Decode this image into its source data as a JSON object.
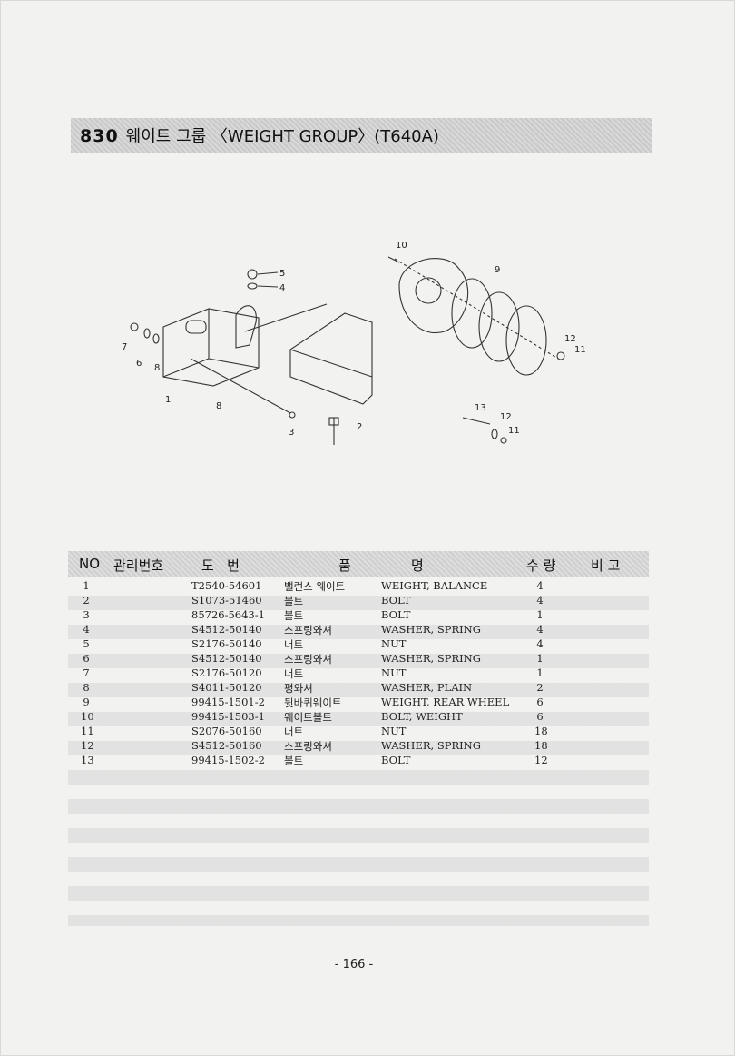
{
  "header": {
    "section_number": "830",
    "title": "웨이트 그룹 〈WEIGHT GROUP〉(T640A)"
  },
  "diagram": {
    "callouts": [
      "1",
      "2",
      "3",
      "4",
      "5",
      "6",
      "7",
      "8",
      "9",
      "10",
      "11",
      "12",
      "13",
      "8",
      "11",
      "12"
    ]
  },
  "table": {
    "headers": {
      "no": "NO",
      "mgmt_no": "관리번호",
      "drawing_no": "도   번",
      "part_name_1": "품",
      "part_name_2": "명",
      "qty": "수 량",
      "remarks": "비 고"
    },
    "rows": [
      {
        "no": "1",
        "part": "T2540-54601",
        "kr": "밸런스 웨이트",
        "en": "WEIGHT, BALANCE",
        "qty": "4"
      },
      {
        "no": "2",
        "part": "S1073-51460",
        "kr": "볼트",
        "en": "BOLT",
        "qty": "4"
      },
      {
        "no": "3",
        "part": "85726-5643-1",
        "kr": "볼트",
        "en": "BOLT",
        "qty": "1"
      },
      {
        "no": "4",
        "part": "S4512-50140",
        "kr": "스프링와셔",
        "en": "WASHER, SPRING",
        "qty": "4"
      },
      {
        "no": "5",
        "part": "S2176-50140",
        "kr": "너트",
        "en": "NUT",
        "qty": "4"
      },
      {
        "no": "6",
        "part": "S4512-50140",
        "kr": "스프링와셔",
        "en": "WASHER, SPRING",
        "qty": "1"
      },
      {
        "no": "7",
        "part": "S2176-50120",
        "kr": "너트",
        "en": "NUT",
        "qty": "1"
      },
      {
        "no": "8",
        "part": "S4011-50120",
        "kr": "평와셔",
        "en": "WASHER, PLAIN",
        "qty": "2"
      },
      {
        "no": "9",
        "part": "99415-1501-2",
        "kr": "뒷바퀴웨이트",
        "en": "WEIGHT, REAR WHEEL",
        "qty": "6"
      },
      {
        "no": "10",
        "part": "99415-1503-1",
        "kr": "웨이트볼트",
        "en": "BOLT, WEIGHT",
        "qty": "6"
      },
      {
        "no": "11",
        "part": "S2076-50160",
        "kr": "너트",
        "en": "NUT",
        "qty": "18"
      },
      {
        "no": "12",
        "part": "S4512-50160",
        "kr": "스프링와셔",
        "en": "WASHER, SPRING",
        "qty": "18"
      },
      {
        "no": "13",
        "part": "99415-1502-2",
        "kr": "볼트",
        "en": "BOLT",
        "qty": "12"
      }
    ]
  },
  "footer": {
    "page_number": "- 166 -"
  }
}
